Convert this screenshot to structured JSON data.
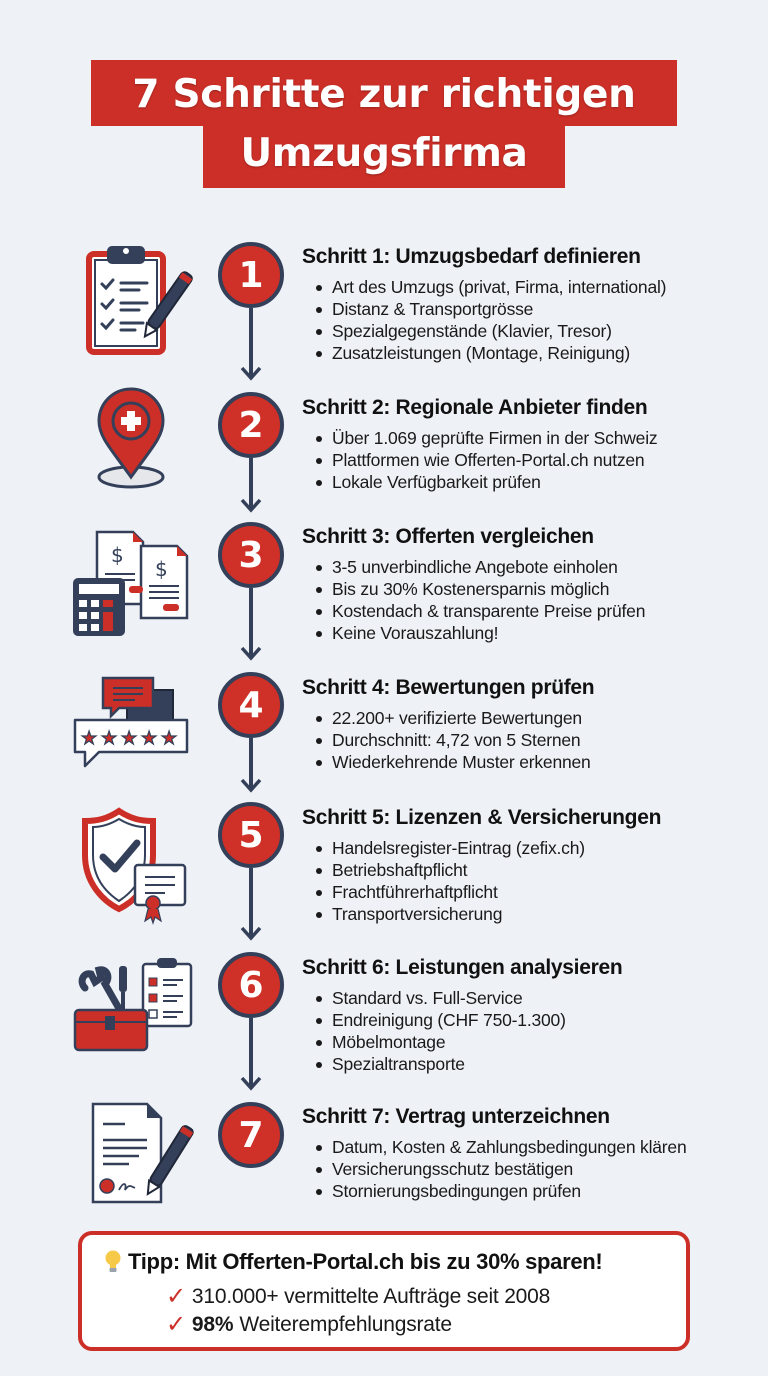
{
  "header": {
    "title_line1": "7 Schritte zur richtigen",
    "title_line2": "Umzugsfirma"
  },
  "colors": {
    "accent_red": "#cc2f27",
    "navy": "#34405a",
    "background": "#eef1f6"
  },
  "steps": [
    {
      "number": "1",
      "icon": "clipboard-checklist-icon",
      "title": "Schritt 1: Umzugsbedarf definieren",
      "bullets": [
        "Art des Umzugs (privat, Firma, international)",
        "Distanz & Transportgrösse",
        "Spezialgegenstände (Klavier, Tresor)",
        "Zusatzleistungen (Montage, Reinigung)"
      ]
    },
    {
      "number": "2",
      "icon": "swiss-location-pin-icon",
      "title": "Schritt 2: Regionale Anbieter finden",
      "bullets": [
        "Über 1.069 geprüfte Firmen in der Schweiz",
        "Plattformen wie Offerten-Portal.ch nutzen",
        "Lokale Verfügbarkeit prüfen"
      ]
    },
    {
      "number": "3",
      "icon": "calculator-invoices-icon",
      "title": "Schritt 3: Offerten vergleichen",
      "bullets": [
        "3-5 unverbindliche Angebote einholen",
        "Bis zu 30% Kostenersparnis möglich",
        "Kostendach & transparente Preise prüfen",
        "Keine Vorauszahlung!"
      ]
    },
    {
      "number": "4",
      "icon": "review-stars-chat-icon",
      "title": "Schritt 4: Bewertungen prüfen",
      "bullets": [
        "22.200+ verifizierte Bewertungen",
        "Durchschnitt: 4,72 von 5 Sternen",
        "Wiederkehrende Muster erkennen"
      ]
    },
    {
      "number": "5",
      "icon": "shield-certificate-icon",
      "title": "Schritt 5: Lizenzen & Versicherungen",
      "bullets": [
        "Handelsregister-Eintrag (zefix.ch)",
        "Betriebshaftpflicht",
        "Frachtführerhaftpflicht",
        "Transportversicherung"
      ]
    },
    {
      "number": "6",
      "icon": "toolbox-checklist-icon",
      "title": "Schritt 6: Leistungen analysieren",
      "bullets": [
        "Standard vs. Full-Service",
        "Endreinigung (CHF 750-1.300)",
        "Möbelmontage",
        "Spezialtransporte"
      ]
    },
    {
      "number": "7",
      "icon": "contract-pen-icon",
      "title": "Schritt 7: Vertrag unterzeichnen",
      "bullets": [
        "Datum, Kosten & Zahlungsbedingungen klären",
        "Versicherungsschutz bestätigen",
        "Stornierungsbedingungen prüfen"
      ]
    }
  ],
  "tip": {
    "icon": "lightbulb-icon",
    "headline": "Tipp: Mit Offerten-Portal.ch bis zu 30% sparen!",
    "check_symbol": "✓",
    "row1_text": "310.000+ vermittelte Aufträge seit 2008",
    "row2_bold": "98%",
    "row2_text": "Weiterempfehlungsrate"
  }
}
